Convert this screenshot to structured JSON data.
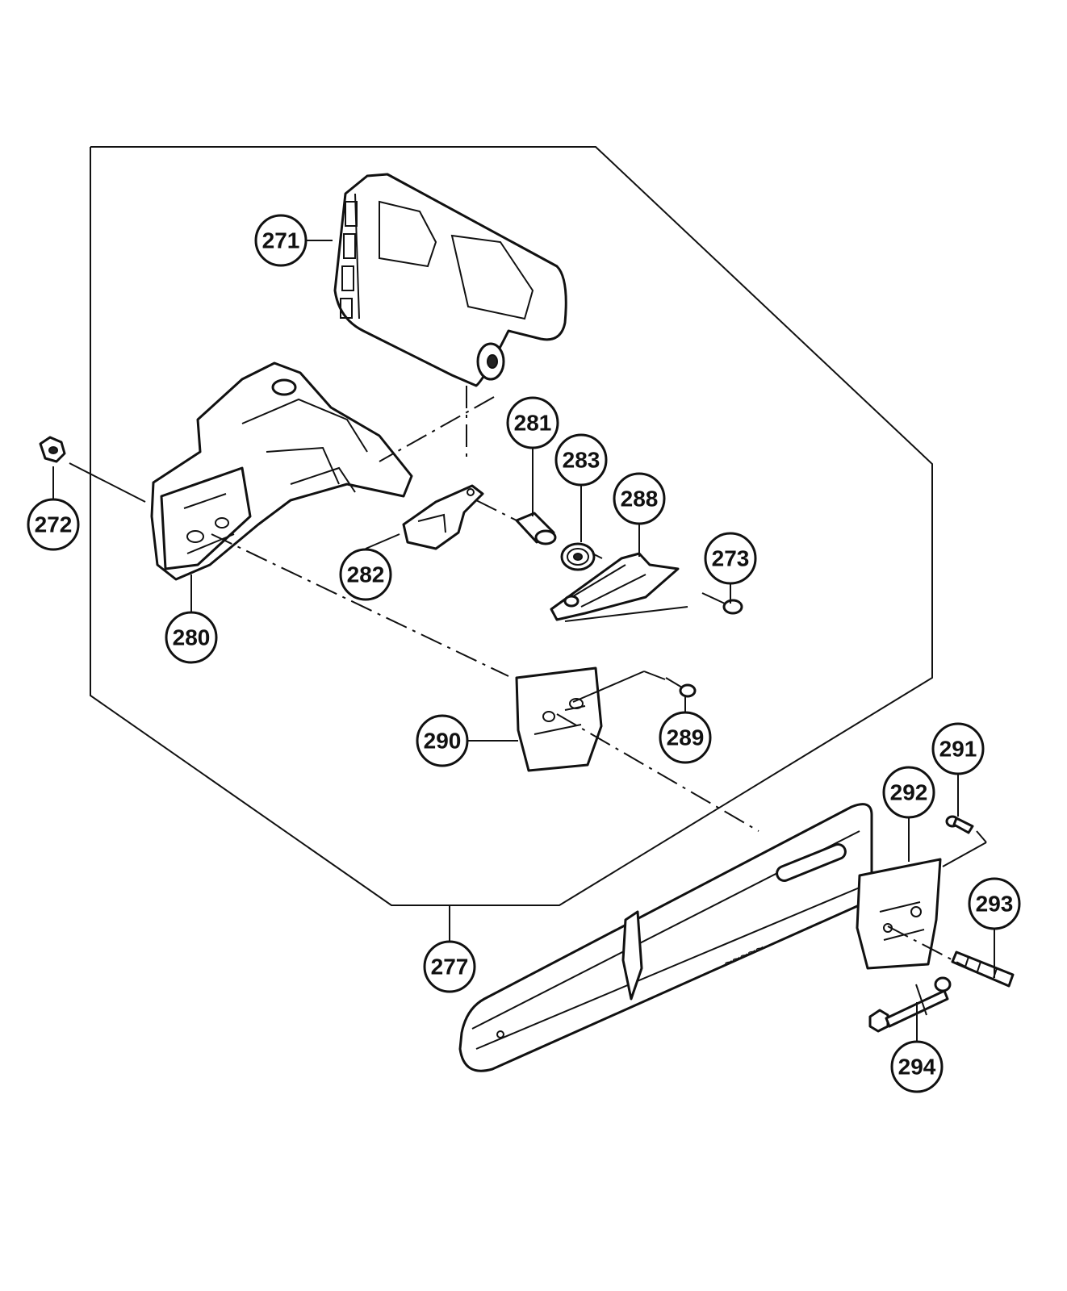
{
  "callouts": {
    "c271": "271",
    "c272": "272",
    "c273": "273",
    "c277": "277",
    "c280": "280",
    "c281": "281",
    "c282": "282",
    "c283": "283",
    "c288": "288",
    "c289": "289",
    "c290": "290",
    "c291": "291",
    "c292": "292",
    "c293": "293",
    "c294": "294"
  }
}
